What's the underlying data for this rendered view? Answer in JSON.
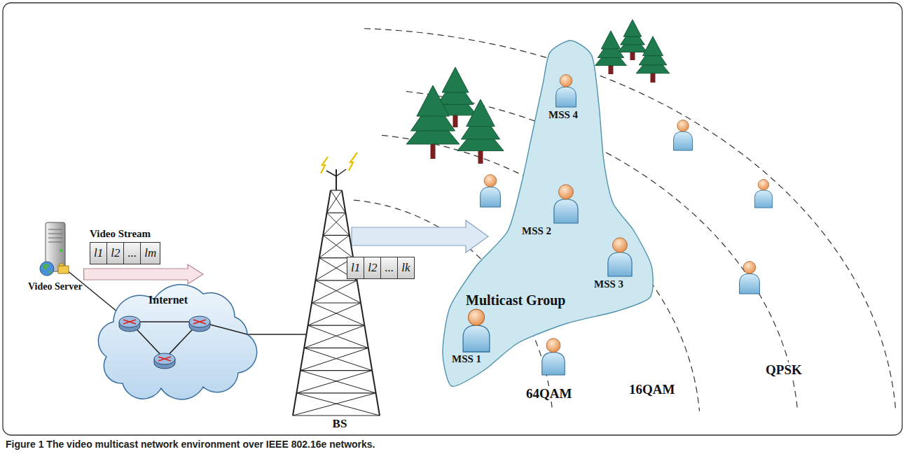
{
  "diagram": {
    "caption": "Figure 1 The video multicast network environment over IEEE 802.16e networks.",
    "nodes": [
      {
        "text": [
          "Video Server"
        ]
      },
      {
        "text": [
          "Video Stream"
        ]
      },
      {
        "text": [
          "l1"
        ],
        "in": 1
      },
      {
        "text": [
          "l2"
        ],
        "in": 1
      },
      {
        "text": [
          "..."
        ],
        "in": 1
      },
      {
        "text": [
          "lm"
        ],
        "in": 1
      },
      {
        "text": [
          "Internet"
        ]
      },
      {
        "text": [
          "BS"
        ]
      },
      {
        "text": [
          "l1"
        ]
      },
      {
        "text": [
          "l2"
        ]
      },
      {
        "text": [
          "..."
        ]
      },
      {
        "text": [
          "lk"
        ]
      },
      {
        "text": [
          "Multicast Group"
        ]
      },
      {
        "text": [
          "MSS 1"
        ],
        "in": 12
      },
      {
        "text": [
          "MSS 2"
        ],
        "in": 12
      },
      {
        "text": [
          "MSS 3"
        ],
        "in": 12
      },
      {
        "text": [
          "MSS 4"
        ],
        "in": 12
      }
    ],
    "edges": [
      {
        "from": 0,
        "to": 6,
        "arrow": "to"
      },
      {
        "from": 6,
        "to": 7,
        "arrow": "none"
      },
      {
        "from": 7,
        "to": 12,
        "arrow": "to"
      }
    ],
    "labels": [
      "64QAM",
      "16QAM",
      "QPSK"
    ]
  }
}
